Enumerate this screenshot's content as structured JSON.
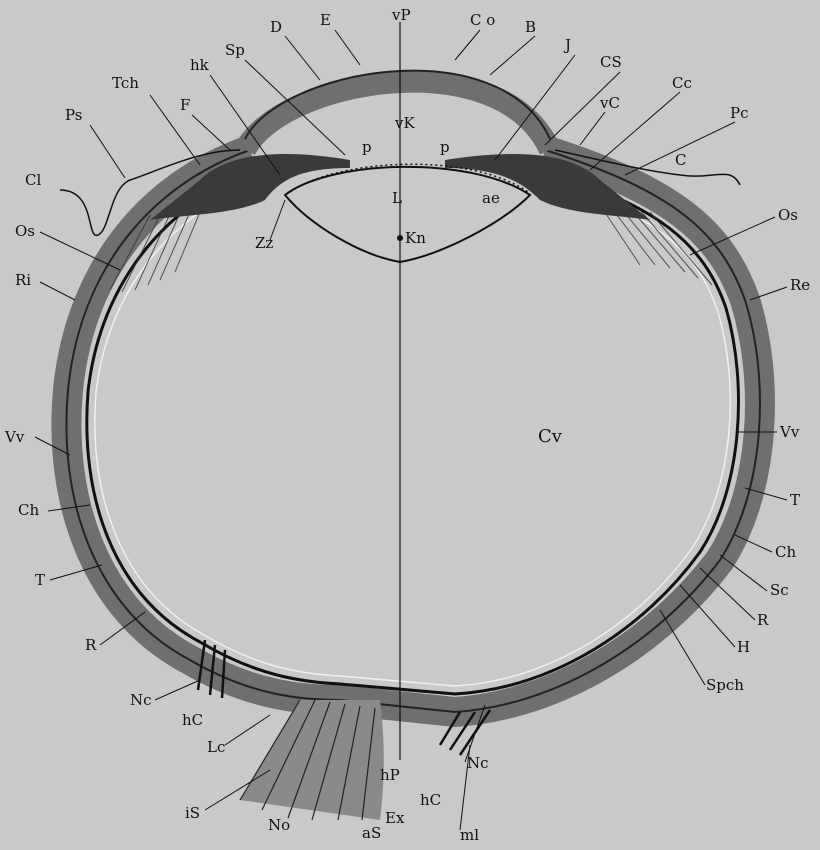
{
  "figure": {
    "background": "#c9c9c9",
    "ink": "#1a1a1a",
    "tissue": "#7d7d7d",
    "labels": {
      "vP": "vP",
      "E": "E",
      "Co": "C o",
      "B": "B",
      "D": "D",
      "Sp": "Sp",
      "hk": "hk",
      "Tch": "Tch",
      "F": "F",
      "Ps": "Ps",
      "Cl": "Cl",
      "J": "J",
      "CS": "CS",
      "Cc": "Cc",
      "vC": "vC",
      "Pc": "Pc",
      "C": "C",
      "vK": "vK",
      "p_left": "p",
      "p_right": "p",
      "L": "L",
      "ae": "ae",
      "Zz": "Zz",
      "Kn": "Kn",
      "Os_left": "Os",
      "Os_right": "Os",
      "Ri": "Ri",
      "Re": "Re",
      "Cv": "Cv",
      "Vv_left": "Vv",
      "Vv_right": "Vv",
      "Ch_left": "Ch",
      "Ch_right": "Ch",
      "T_left": "T",
      "T_right": "T",
      "Sc": "Sc",
      "R_left": "R",
      "R_right": "R",
      "H": "H",
      "Spch": "Spch",
      "Nc_left": "Nc",
      "Nc_right": "Nc",
      "hC_left": "hC",
      "hC_right": "hC",
      "Lc": "Lc",
      "hP": "hP",
      "iS": "iS",
      "No": "No",
      "aS": "aS",
      "Ex": "Ex",
      "ml": "ml"
    }
  }
}
